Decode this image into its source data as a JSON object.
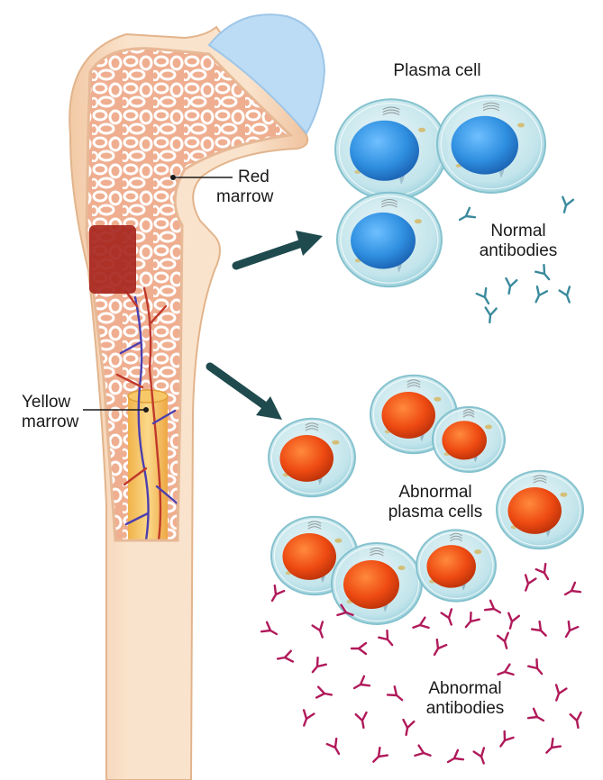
{
  "labels": {
    "plasma_cell": "Plasma cell",
    "red_marrow_1": "Red",
    "red_marrow_2": "marrow",
    "normal_antibodies_1": "Normal",
    "normal_antibodies_2": "antibodies",
    "yellow_marrow_1": "Yellow",
    "yellow_marrow_2": "marrow",
    "abnormal_plasma_cells_1": "Abnormal",
    "abnormal_plasma_cells_2": "plasma cells",
    "abnormal_antibodies_1": "Abnormal",
    "abnormal_antibodies_2": "antibodies"
  },
  "colors": {
    "bone": "#f7d9bd",
    "bone_edge": "#e8bf9b",
    "spongy_fill": "#efae90",
    "cartilage": "#bcdcf5",
    "red_marrow_patch": "#a8261e",
    "yellow_marrow": "#f5c46a",
    "vessel_red": "#c0392b",
    "vessel_blue": "#4b3fb0",
    "cell_membrane": "#cfe9ee",
    "normal_nucleus": "#2f8fe0",
    "abnormal_nucleus": "#ee4a12",
    "normal_antibody": "#3a8a9c",
    "abnormal_antibody": "#b0195a",
    "arrow": "#1f4a4e"
  },
  "icons": [
    "arrow-right-icon",
    "antibody-icon",
    "plasma-cell-icon",
    "bone-icon"
  ]
}
